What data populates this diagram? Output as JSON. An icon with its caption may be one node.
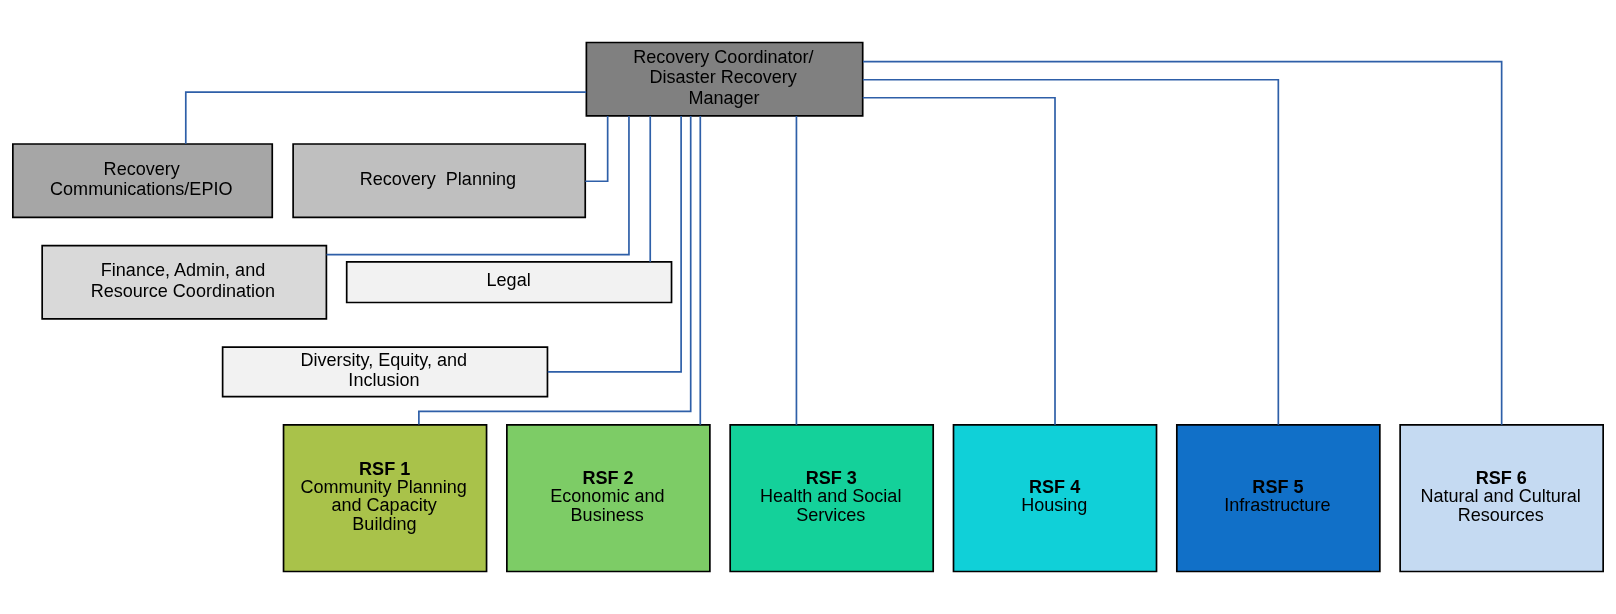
{
  "diagram": {
    "nodes": [
      {
        "text": [
          "Recovery Coordinator/ Disaster Recovery Manager"
        ]
      },
      {
        "text": [
          "Recovery Communications/EPIO"
        ]
      },
      {
        "text": [
          "Recovery  Planning"
        ]
      },
      {
        "text": [
          "Finance, Admin, and Resource Coordination"
        ]
      },
      {
        "text": [
          "Legal"
        ]
      },
      {
        "text": [
          "Diversity, Equity, and Inclusion"
        ]
      },
      {
        "text": [
          "RSF 1",
          "Community Planning and Capacity Building"
        ]
      },
      {
        "text": [
          "RSF 2",
          "Economic and Business"
        ]
      },
      {
        "text": [
          "RSF 3",
          "Health and Social Services"
        ]
      },
      {
        "text": [
          "RSF 4",
          "Housing"
        ]
      },
      {
        "text": [
          "RSF 5",
          "Infrastructure"
        ]
      },
      {
        "text": [
          "RSF 6",
          "Natural and Cultural Resources"
        ]
      }
    ],
    "edges": [
      {
        "from": 0,
        "to": 1,
        "arrow": "none"
      },
      {
        "from": 0,
        "to": 2,
        "arrow": "none"
      },
      {
        "from": 0,
        "to": 3,
        "arrow": "none"
      },
      {
        "from": 0,
        "to": 4,
        "arrow": "none"
      },
      {
        "from": 0,
        "to": 5,
        "arrow": "none"
      },
      {
        "from": 0,
        "to": 6,
        "arrow": "none"
      },
      {
        "from": 0,
        "to": 7,
        "arrow": "none"
      },
      {
        "from": 0,
        "to": 8,
        "arrow": "none"
      },
      {
        "from": 0,
        "to": 9,
        "arrow": "none"
      },
      {
        "from": 0,
        "to": 10,
        "arrow": "none"
      },
      {
        "from": 0,
        "to": 11,
        "arrow": "none"
      }
    ]
  }
}
